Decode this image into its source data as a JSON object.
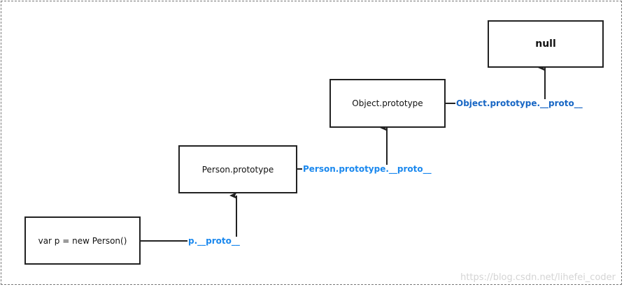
{
  "nodes": {
    "instance": "var p = new Person()",
    "person_prototype": "Person.prototype",
    "object_prototype": "Object.prototype",
    "null": "null"
  },
  "edges": {
    "p_proto": "p.__proto__",
    "person_proto": "Person.prototype.__proto__",
    "object_proto": "Object.prototype.__proto__"
  },
  "watermark": "https://blog.csdn.net/lihefei_coder",
  "colors": {
    "label_bright": "#1a88ee",
    "label_dark": "#1766c4",
    "line": "#222222",
    "border": "#777777"
  }
}
